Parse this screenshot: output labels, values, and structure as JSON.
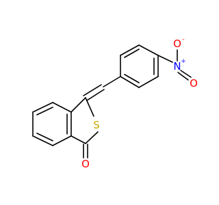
{
  "molecule": {
    "atoms": {
      "S": {
        "symbol": "S",
        "color": "#c8a800"
      },
      "O_carbonyl": {
        "symbol": "O",
        "color": "#ff0000"
      },
      "N_nitro": {
        "symbol": "N",
        "color": "#0000ff"
      },
      "N_charge": "+",
      "O_nitro_top": {
        "symbol": "O",
        "color": "#ff0000"
      },
      "O_nitro_top_charge": "-",
      "O_nitro_bottom": {
        "symbol": "O",
        "color": "#ff0000"
      }
    },
    "bond_color": "#000000"
  }
}
